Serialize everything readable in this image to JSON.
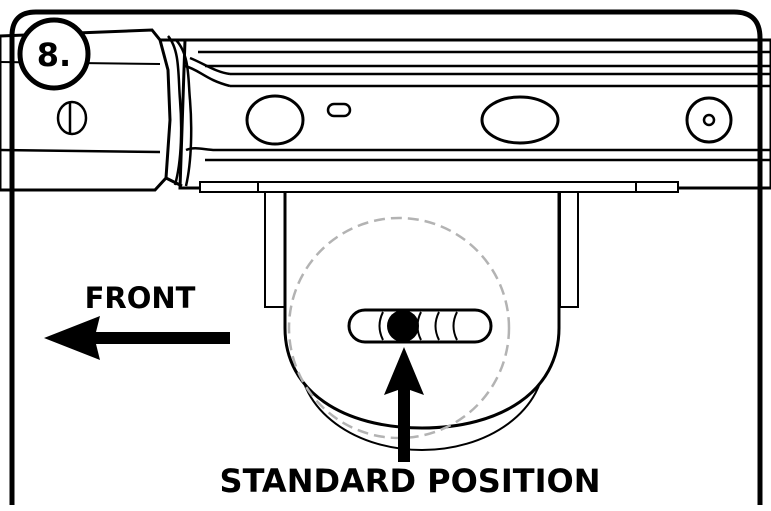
{
  "step": {
    "number": "8."
  },
  "labels": {
    "front": "FRONT",
    "standard_position": "STANDARD POSITION"
  }
}
